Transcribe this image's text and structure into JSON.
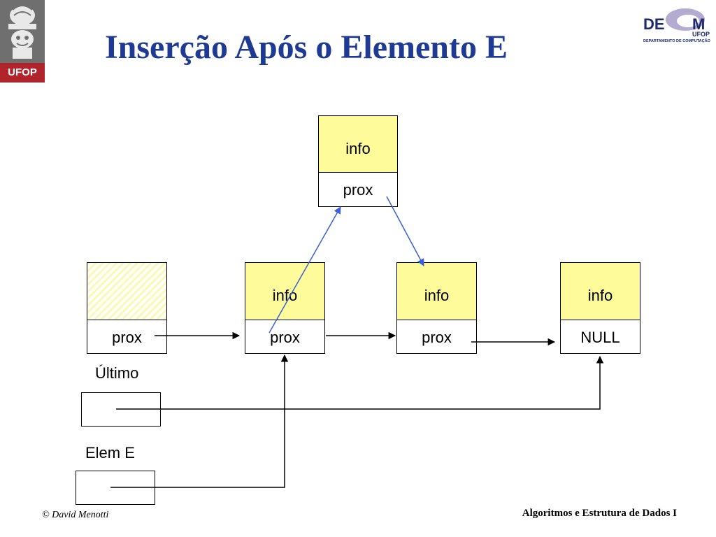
{
  "slide": {
    "title": "Inserção Após o Elemento E",
    "logo_left_text": "UFOP",
    "logo_right": {
      "part1": "DE",
      "part2": "M",
      "sub": "UFOP",
      "dept": "DEPARTAMENTO DE COMPUTAÇÃO"
    },
    "footer_left": "© David Menotti",
    "footer_right": "Algoritmos e Estrutura de Dados I"
  },
  "diagram": {
    "new_node": {
      "info": "info",
      "next": "prox"
    },
    "nodes": [
      {
        "info": "",
        "next": "prox"
      },
      {
        "info": "info",
        "next": "prox"
      },
      {
        "info": "info",
        "next": "prox"
      },
      {
        "info": "info",
        "next": "NULL"
      }
    ],
    "pointer_ultimo": {
      "label": "Último"
    },
    "pointer_elem": {
      "label": "Elem E"
    },
    "colors": {
      "info_fill": "#fdfb9a",
      "new_link": "#3a5fd9",
      "link": "#000000",
      "title": "#1f3a93"
    }
  }
}
